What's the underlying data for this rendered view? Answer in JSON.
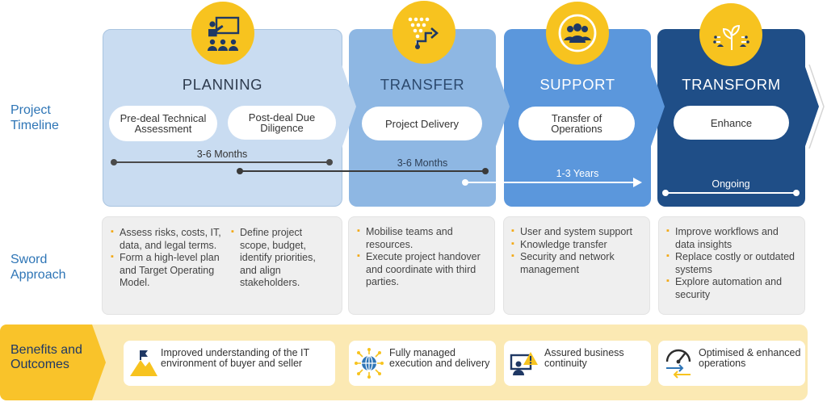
{
  "row_labels": {
    "timeline": "Project Timeline",
    "approach": "Sword Approach",
    "benefits": "Benefits and Outcomes"
  },
  "phases": [
    {
      "title": "PLANNING",
      "icon": "presentation-icon",
      "pills": [
        "Pre-deal Technical Assessment",
        "Post-deal Due Diligence"
      ]
    },
    {
      "title": "TRANSFER",
      "icon": "data-transfer-icon",
      "pills": [
        "Project Delivery"
      ]
    },
    {
      "title": "SUPPORT",
      "icon": "team-support-icon",
      "pills": [
        "Transfer of Operations"
      ]
    },
    {
      "title": "TRANSFORM",
      "icon": "growth-circuit-icon",
      "pills": [
        "Enhance"
      ]
    }
  ],
  "durations": [
    "3-6 Months",
    "3-6 Months",
    "1-3 Years",
    "Ongoing"
  ],
  "approach": {
    "planning_col1": [
      "Assess risks, costs, IT, data, and legal terms.",
      "Form a high-level plan and Target Operating Model."
    ],
    "planning_col2": [
      "Define project scope, budget, identify priorities, and align stakeholders."
    ],
    "transfer": [
      "Mobilise teams and resources.",
      "Execute project handover and coordinate with third parties."
    ],
    "support": [
      "User and system support",
      "Knowledge transfer",
      "Security and network management"
    ],
    "transform": [
      "Improve workflows and data insights",
      "Replace costly or outdated systems",
      "Explore automation and security"
    ]
  },
  "benefits": [
    {
      "text": "Improved understanding of the IT environment of buyer and seller",
      "icon": "summit-flag-icon"
    },
    {
      "text": "Fully managed execution and delivery",
      "icon": "globe-network-icon"
    },
    {
      "text": "Assured business continuity",
      "icon": "monitor-warning-icon"
    },
    {
      "text": "Optimised & enhanced operations",
      "icon": "gauge-arrows-icon"
    }
  ],
  "colors": {
    "planning": "#c9dcf1",
    "transfer": "#8eb7e3",
    "support": "#5b97dc",
    "transform": "#1f4e87",
    "accent": "#f7c31f",
    "label": "#2e75b6"
  }
}
